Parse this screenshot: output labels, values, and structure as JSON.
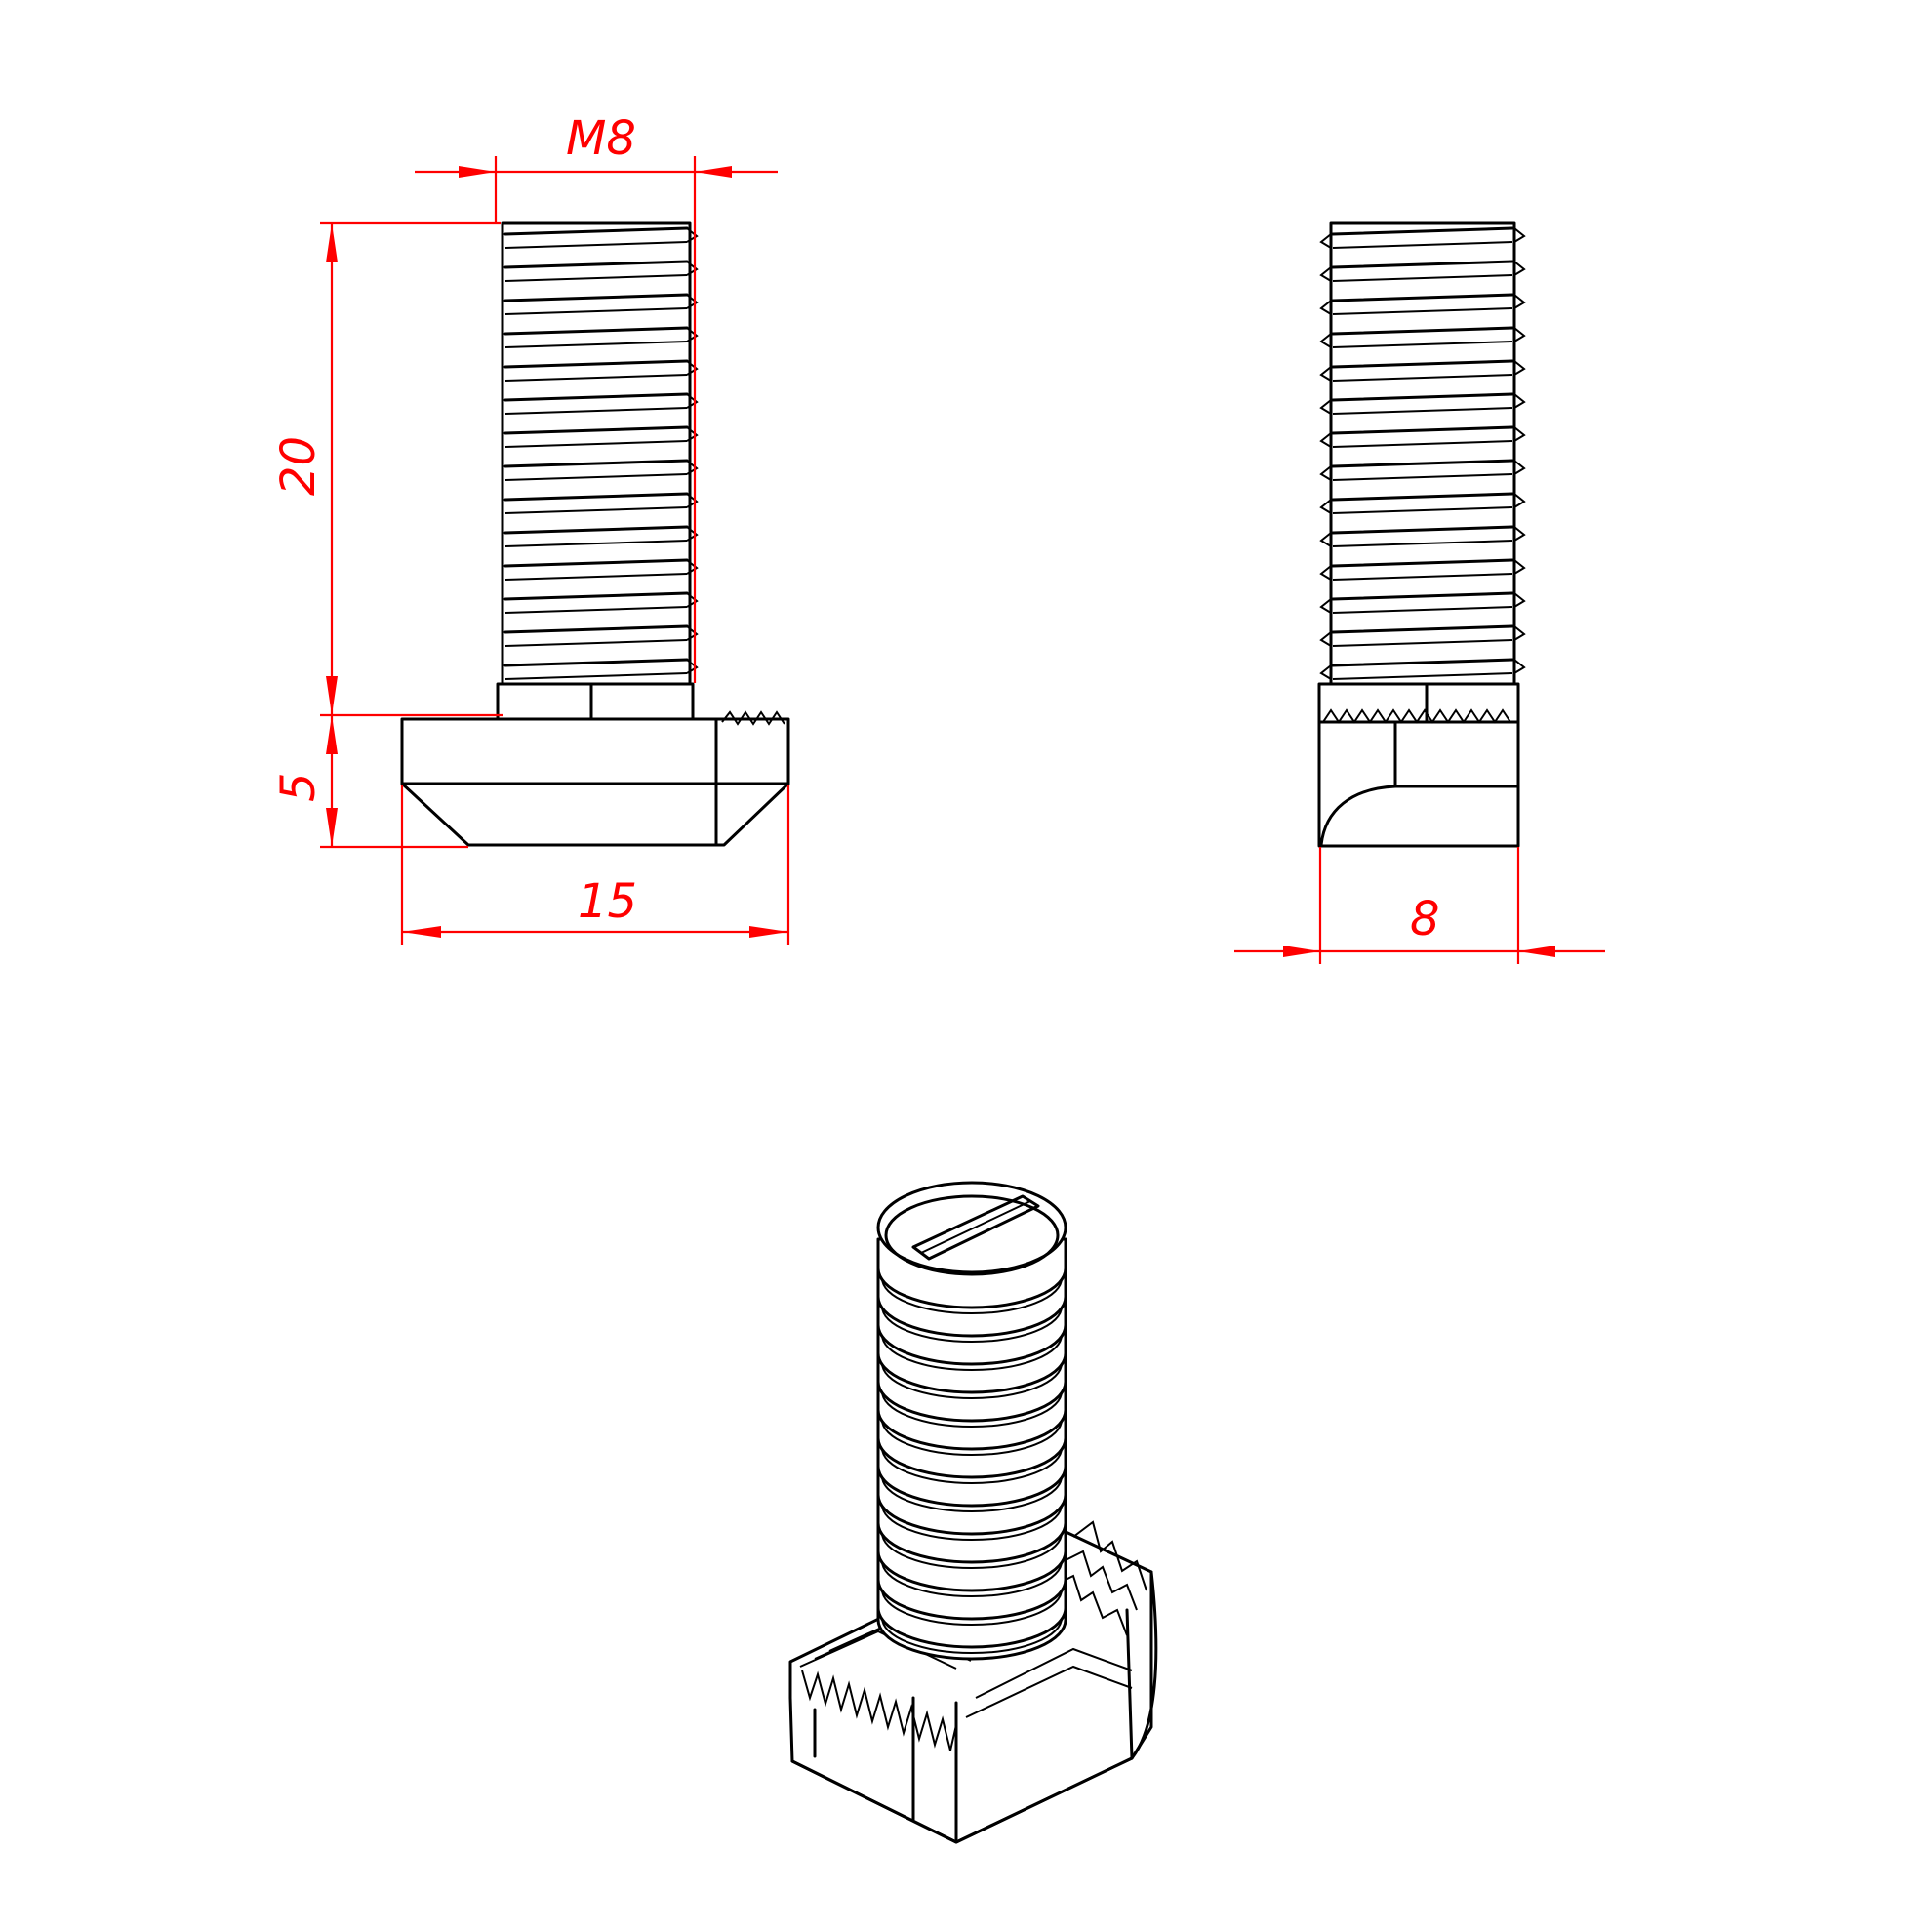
{
  "dimensions": {
    "thread_diameter": "M8",
    "thread_length": "20",
    "head_height": "5",
    "head_width": "15",
    "head_depth": "8"
  },
  "colors": {
    "dimension": "#ff0000",
    "outline": "#000000",
    "background": "#ffffff"
  }
}
